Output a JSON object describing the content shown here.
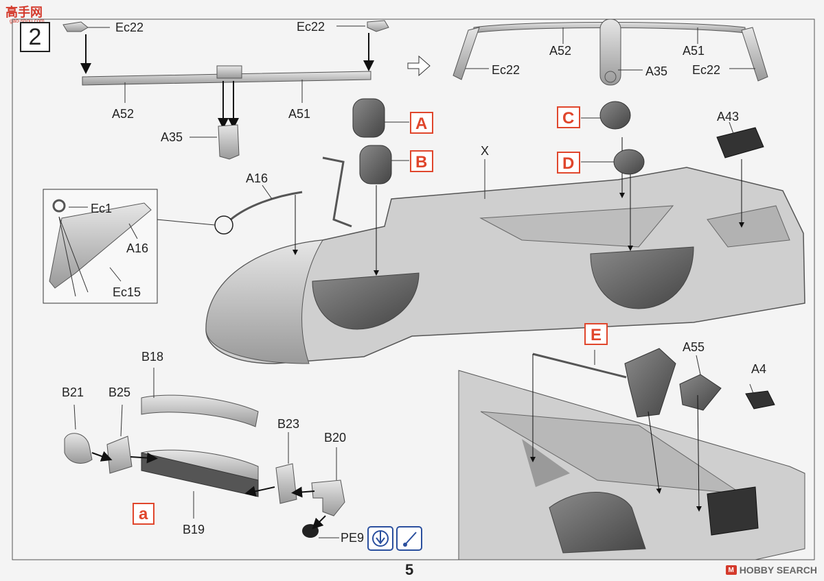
{
  "page": {
    "step_number": "2",
    "page_number": "5"
  },
  "watermark": {
    "site_title": "高手网",
    "site_sub": "gao-shou.com"
  },
  "brand": {
    "logo": "M",
    "text": "HOBBY SEARCH"
  },
  "labels": {
    "ec22_left": "Ec22",
    "ec22_right": "Ec22",
    "a52_left": "A52",
    "a51_left": "A51",
    "a35_left": "A35",
    "a52_right": "A52",
    "a51_right": "A51",
    "a35_right": "A35",
    "ec22_right_a": "Ec22",
    "ec22_right_b": "Ec22",
    "x_label": "X",
    "a16": "A16",
    "a43": "A43",
    "ec1": "Ec1",
    "a16_inset": "A16",
    "ec15": "Ec15",
    "b18": "B18",
    "b21": "B21",
    "b25": "B25",
    "b23": "B23",
    "b20": "B20",
    "b19": "B19",
    "pe9": "PE9",
    "a55": "A55",
    "a4": "A4"
  },
  "callouts": {
    "a": "A",
    "b": "B",
    "c": "C",
    "d": "D",
    "e": "E",
    "small_a": "a"
  },
  "icons": [
    "press-fit-icon",
    "glue-icon"
  ]
}
